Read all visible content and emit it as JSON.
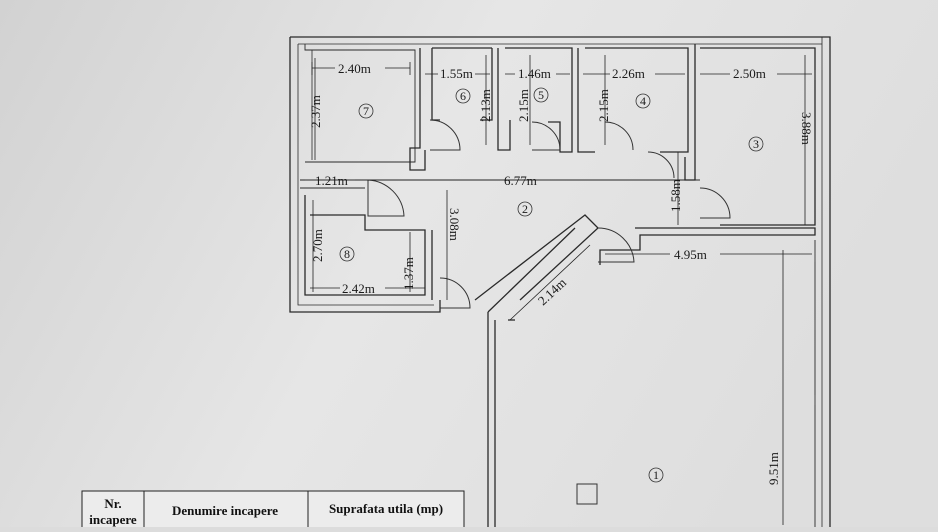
{
  "rooms": [
    {
      "id": "1"
    },
    {
      "id": "2"
    },
    {
      "id": "3"
    },
    {
      "id": "4"
    },
    {
      "id": "5"
    },
    {
      "id": "6"
    },
    {
      "id": "7"
    },
    {
      "id": "8"
    }
  ],
  "dimensions": {
    "r7_width": "2.40m",
    "r7_height": "2.37m",
    "r6_width": "1.55m",
    "r6_height": "2.13m",
    "r5_width": "1.46m",
    "r5_height": "2.15m",
    "r4_width": "2.26m",
    "r4_height": "2.15m",
    "r3_width": "2.50m",
    "r3_height": "3.88m",
    "hall_door": "1.21m",
    "hall_width": "6.77m",
    "hall_height": "3.08m",
    "hall_right": "1.58m",
    "r8_height": "2.70m",
    "r8_width": "2.42m",
    "r8_inner": "1.37m",
    "diagonal": "2.14m",
    "r1_width": "4.95m",
    "r1_height": "9.51m"
  },
  "table": {
    "col1": "Nr.",
    "col1b": "incapere",
    "col2": "Denumire incapere",
    "col3": "Suprafata utila (mp)"
  }
}
